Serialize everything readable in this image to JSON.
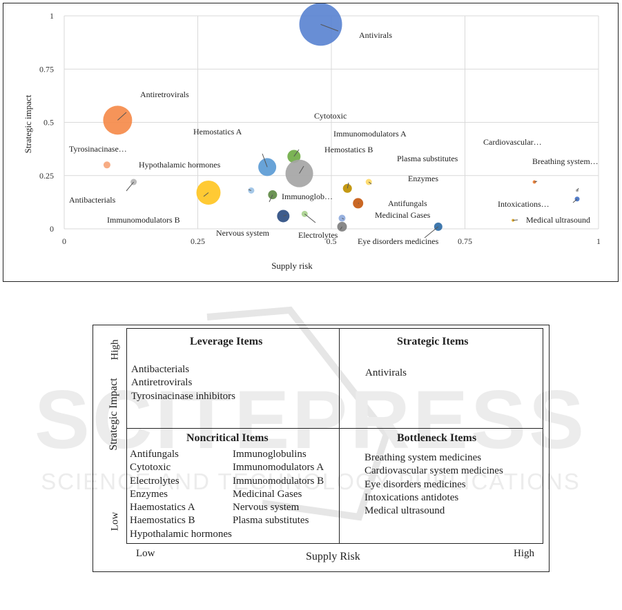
{
  "chart_data": {
    "type": "bubble",
    "xlabel": "Supply risk",
    "ylabel": "Strategic impact",
    "xlim": [
      0,
      1
    ],
    "ylim": [
      0,
      1
    ],
    "x_ticks": [
      "0",
      "0.25",
      "0.5",
      "0.75",
      "1"
    ],
    "y_ticks": [
      "0",
      "0.25",
      "0.5",
      "0.75",
      "1"
    ],
    "grid": true,
    "points": [
      {
        "label": "Antivirals",
        "x": 0.48,
        "y": 0.96,
        "size": 62,
        "color": "#5B84D1"
      },
      {
        "label": "Antiretrovirals",
        "x": 0.1,
        "y": 0.51,
        "size": 42,
        "color": "#F58B4B"
      },
      {
        "label": "Tyrosinacinase…",
        "x": 0.08,
        "y": 0.3,
        "size": 10,
        "color": "#F6A57A"
      },
      {
        "label": "Antibacterials",
        "x": 0.13,
        "y": 0.22,
        "size": 9,
        "color": "#B5B5B5"
      },
      {
        "label": "Immunomodulators B",
        "x": 0.27,
        "y": 0.17,
        "size": 35,
        "color": "#FFC623"
      },
      {
        "label": "Hypothalamic hormones",
        "x": 0.35,
        "y": 0.18,
        "size": 9,
        "color": "#9DC3E6"
      },
      {
        "label": "Hemostatics A",
        "x": 0.38,
        "y": 0.29,
        "size": 26,
        "color": "#5B9BD5"
      },
      {
        "label": "Nervous system",
        "x": 0.39,
        "y": 0.16,
        "size": 13,
        "color": "#5F8A45"
      },
      {
        "label": "Immunoglob…",
        "x": 0.41,
        "y": 0.06,
        "size": 18,
        "color": "#2E4E82"
      },
      {
        "label": "Cytotoxic",
        "x": 0.43,
        "y": 0.34,
        "size": 19,
        "color": "#70AD47"
      },
      {
        "label": "Immunomodulators A",
        "x": 0.44,
        "y": 0.26,
        "size": 40,
        "color": "#A5A5A5"
      },
      {
        "label": "Electrolytes",
        "x": 0.45,
        "y": 0.07,
        "size": 9,
        "color": "#A9D18E"
      },
      {
        "label": "Hemostatics B",
        "x": 0.53,
        "y": 0.19,
        "size": 13,
        "color": "#BF9000"
      },
      {
        "label": "Plasma substitutes",
        "x": 0.57,
        "y": 0.22,
        "size": 9,
        "color": "#FFD966"
      },
      {
        "label": "Enzymes",
        "x": 0.55,
        "y": 0.12,
        "size": 15,
        "color": "#C55A11"
      },
      {
        "label": "Antifungals",
        "x": 0.52,
        "y": 0.05,
        "size": 10,
        "color": "#8FAADC"
      },
      {
        "label": "Medicinal Gases",
        "x": 0.52,
        "y": 0.01,
        "size": 14,
        "color": "#7F7F7F"
      },
      {
        "label": "Eye disorders medicines",
        "x": 0.7,
        "y": 0.01,
        "size": 12,
        "color": "#2F6DA6"
      },
      {
        "label": "Cardiovascular…",
        "x": 0.88,
        "y": 0.22,
        "size": 5,
        "color": "#ED7D31"
      },
      {
        "label": "Breathing system…",
        "x": 0.96,
        "y": 0.18,
        "size": 4,
        "color": "#A5A5A5"
      },
      {
        "label": "Intoxications…",
        "x": 0.96,
        "y": 0.14,
        "size": 7,
        "color": "#4472C4"
      },
      {
        "label": "Medical ultrasound",
        "x": 0.84,
        "y": 0.04,
        "size": 4,
        "color": "#DDA520"
      }
    ]
  },
  "matrix": {
    "y_axis_label": "Strategic Impact",
    "x_axis_label": "Supply Risk",
    "y_high": "High",
    "y_low": "Low",
    "x_low": "Low",
    "x_high": "High",
    "leverage": {
      "title": "Leverage Items",
      "items": [
        "Antibacterials",
        "Antiretrovirals",
        "Tyrosinacinase inhibitors"
      ]
    },
    "strategic": {
      "title": "Strategic Items",
      "items": [
        "Antivirals"
      ]
    },
    "noncritical": {
      "title": "Noncritical Items",
      "col1": [
        "Antifungals",
        "Cytotoxic",
        "Electrolytes",
        "Enzymes",
        "Haemostatics A",
        "Haemostatics B",
        "Hypothalamic hormones"
      ],
      "col2": [
        "Immunoglobulins",
        "Immunomodulators A",
        "Immunomodulators B",
        "Medicinal Gases",
        "Nervous system",
        "Plasma substitutes"
      ]
    },
    "bottleneck": {
      "title": "Bottleneck Items",
      "items": [
        "Breathing system medicines",
        "Cardiovascular system medicines",
        "Eye disorders medicines",
        "Intoxications antidotes",
        "Medical ultrasound"
      ]
    }
  },
  "watermark": {
    "line1": "SCITEPRESS",
    "line2": "SCIENCE AND TECHNOLOGY PUBLICATIONS"
  }
}
